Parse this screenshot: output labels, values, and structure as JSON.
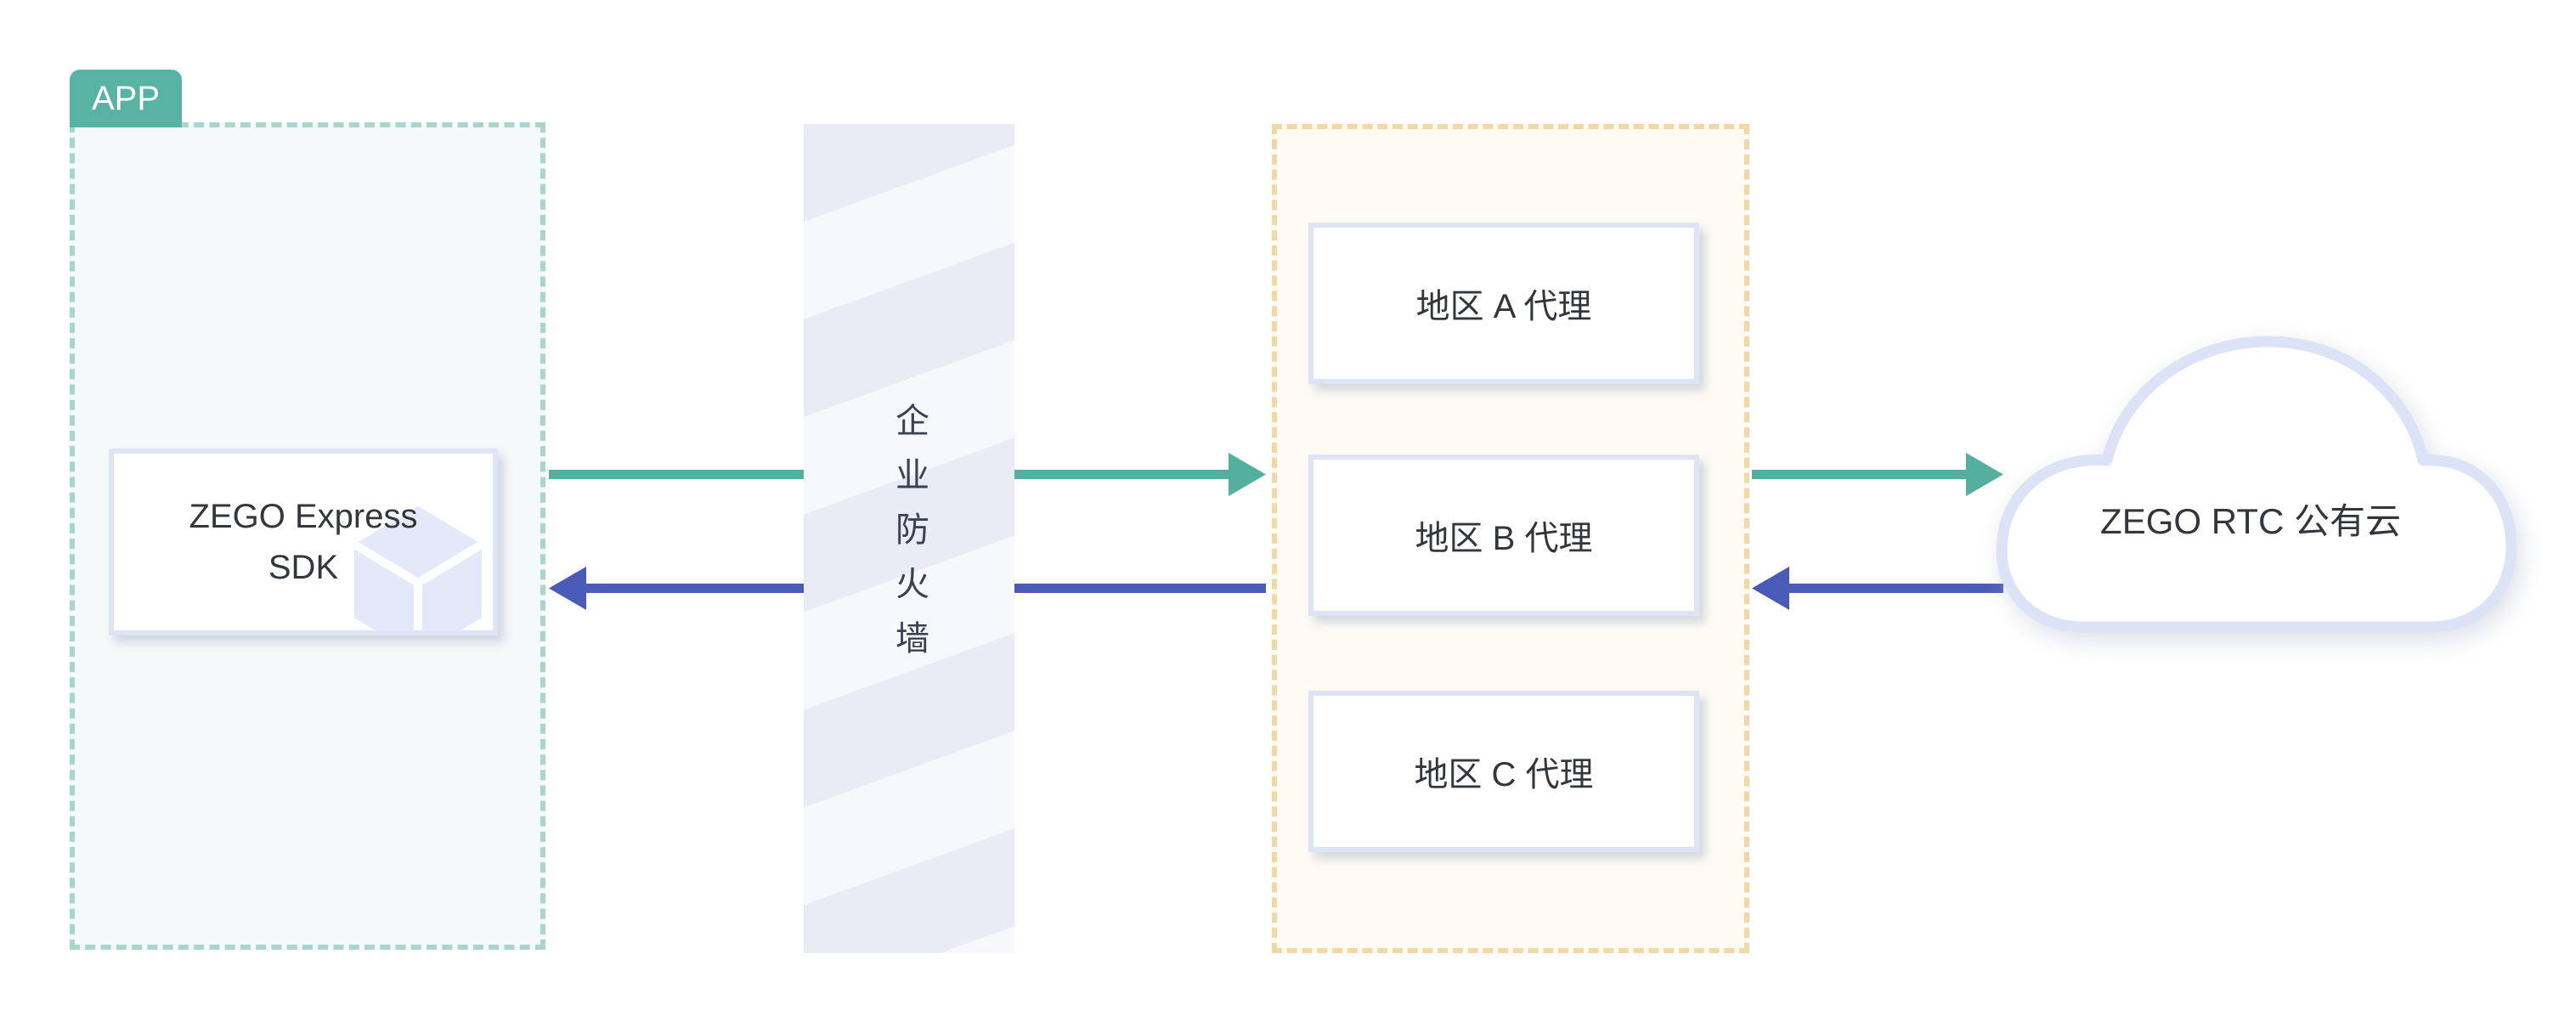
{
  "diagram": {
    "app_zone": {
      "tag": "APP",
      "node": "ZEGO Express SDK"
    },
    "firewall": {
      "label": "企业防火墙"
    },
    "proxy_zone": {
      "nodes": [
        "地区 A 代理",
        "地区 B 代理",
        "地区 C 代理"
      ]
    },
    "cloud": {
      "label": "ZEGO RTC 公有云"
    },
    "arrows": [
      {
        "id": "app-to-proxy",
        "direction": "right",
        "color": "#54AF9F"
      },
      {
        "id": "proxy-to-app",
        "direction": "left",
        "color": "#4A5BB7"
      },
      {
        "id": "proxy-to-cloud",
        "direction": "right",
        "color": "#54AF9F"
      },
      {
        "id": "cloud-to-proxy",
        "direction": "left",
        "color": "#4A5BB7"
      }
    ],
    "colors": {
      "app_tag": "#59B3A3",
      "app_zone_border": "#A8D5CC",
      "app_zone_fill": "#F4F9F9",
      "proxy_zone_border": "#F3D8A3",
      "proxy_zone_fill": "#FDFBF3",
      "node_border": "#DEE4F6",
      "node_text": "#33373D",
      "green_arrow": "#54AF9F",
      "blue_arrow": "#4A5BB7",
      "firewall_stripe_dark": "#E9ECF4",
      "firewall_stripe_light": "#F6F8FB",
      "cloud_border": "#DCE3F6",
      "cube_icon": "#E3E9F8"
    }
  }
}
